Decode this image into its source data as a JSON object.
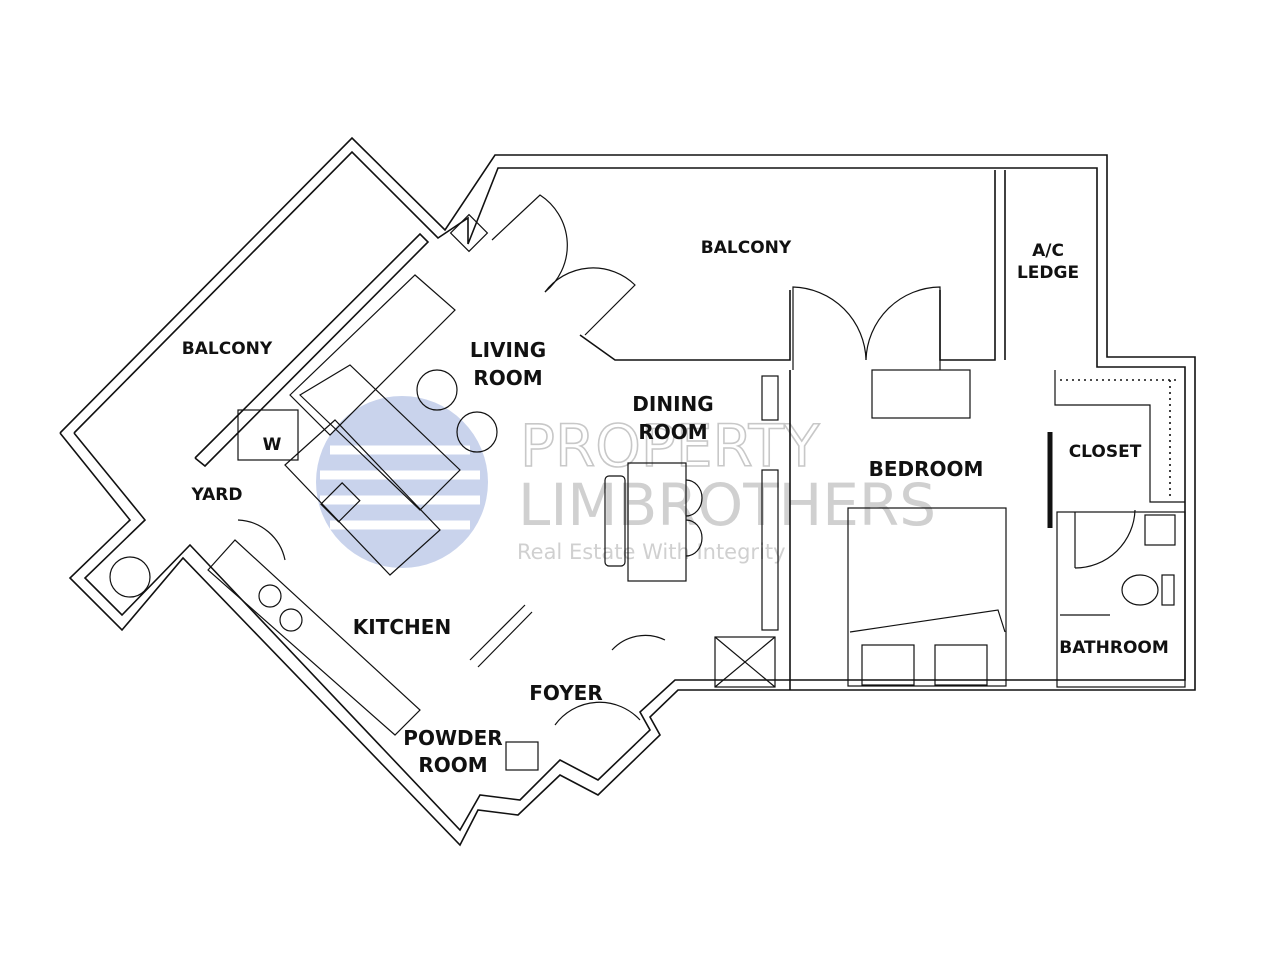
{
  "rooms": {
    "balcony_left": "BALCONY",
    "balcony_top": "BALCONY",
    "ac_ledge_line1": "A/C",
    "ac_ledge_line2": "LEDGE",
    "living_line1": "LIVING",
    "living_line2": "ROOM",
    "dining_line1": "DINING",
    "dining_line2": "ROOM",
    "bedroom": "BEDROOM",
    "closet": "CLOSET",
    "bathroom": "BATHROOM",
    "yard": "YARD",
    "washer": "W",
    "kitchen": "KITCHEN",
    "foyer": "FOYER",
    "powder_line1": "POWDER",
    "powder_line2": "ROOM"
  },
  "watermark": {
    "line1": "PROPERTY",
    "line2": "LIMBROTHERS",
    "tagline": "Real Estate With Integrity",
    "color": "#c9d3ec"
  }
}
